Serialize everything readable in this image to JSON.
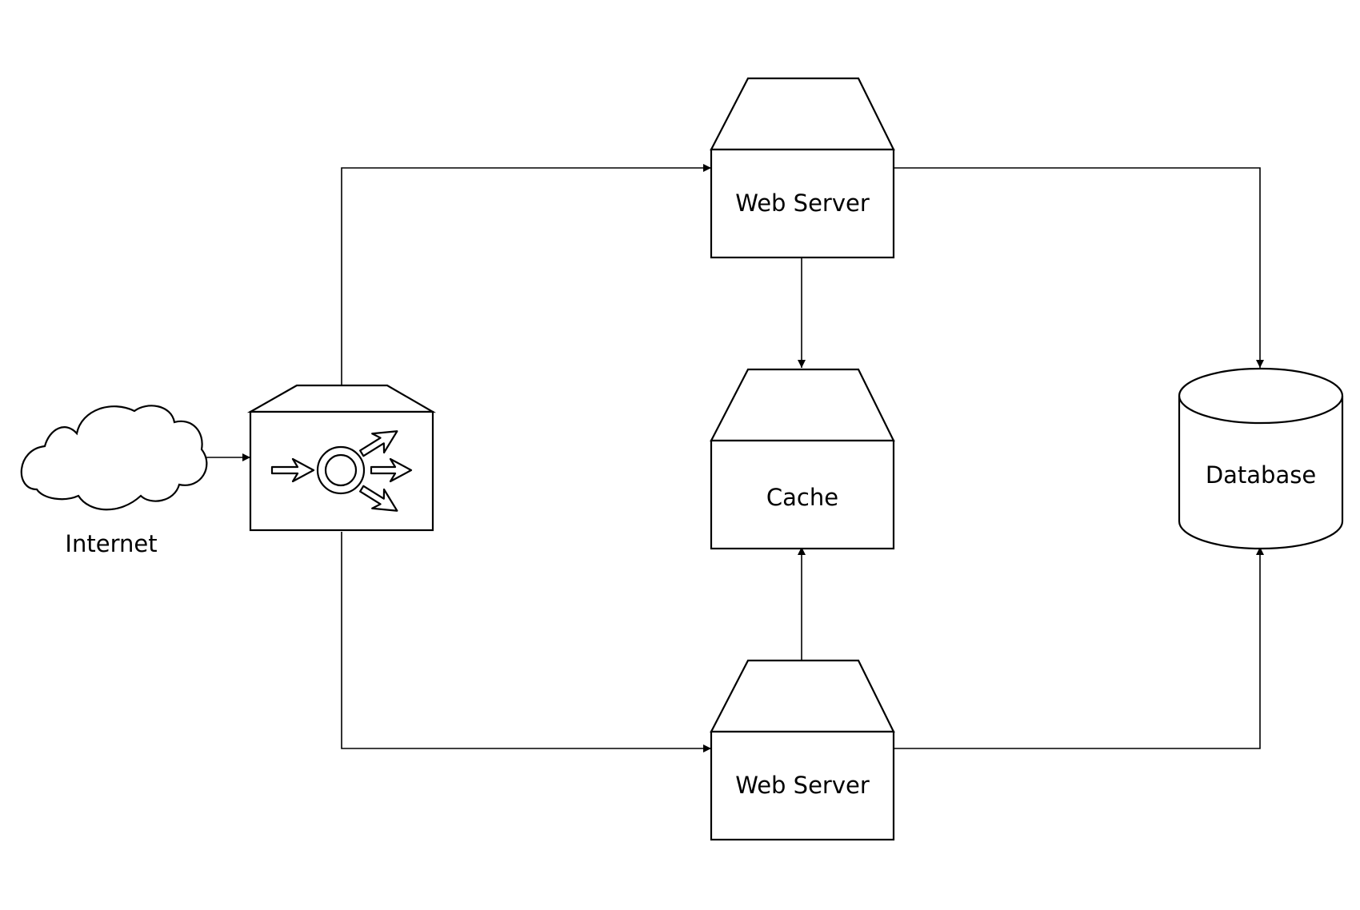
{
  "diagram": {
    "nodes": {
      "internet": {
        "label": "Internet",
        "icon": "cloud-icon"
      },
      "load_balancer": {
        "label": "",
        "icon": "load-balancer-icon"
      },
      "web_server_top": {
        "label": "Web Server"
      },
      "cache": {
        "label": "Cache"
      },
      "web_server_bottom": {
        "label": "Web Server"
      },
      "database": {
        "label": "Database",
        "icon": "database-cylinder-icon"
      }
    },
    "edges": [
      {
        "from": "internet",
        "to": "load_balancer"
      },
      {
        "from": "load_balancer",
        "to": "web_server_top"
      },
      {
        "from": "load_balancer",
        "to": "web_server_bottom"
      },
      {
        "from": "web_server_top",
        "to": "cache"
      },
      {
        "from": "web_server_bottom",
        "to": "cache"
      },
      {
        "from": "web_server_top",
        "to": "database"
      },
      {
        "from": "web_server_bottom",
        "to": "database"
      }
    ],
    "colors": {
      "stroke": "#000000",
      "fill": "#ffffff",
      "background": "#ffffff"
    }
  }
}
